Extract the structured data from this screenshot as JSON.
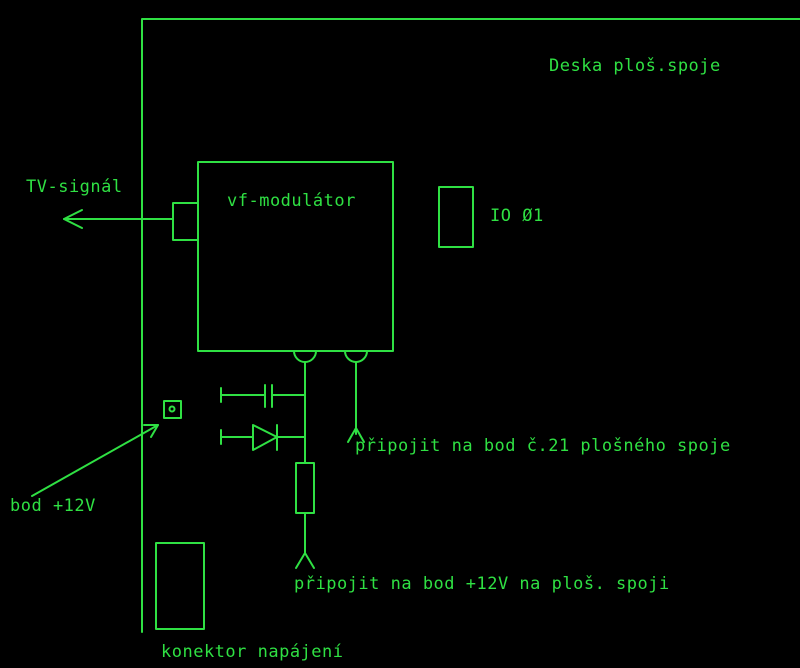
{
  "colors": {
    "background": "#000000",
    "ink": "#2fe043"
  },
  "labels": {
    "board": "Deska ploš.spoje",
    "tv_signal": "TV-signál",
    "modulator": "vf-modulátor",
    "ic": "IO Ø1",
    "connect_21": "připojit na bod č.21 plošného spoje",
    "bod_12v": "bod +12V",
    "connect_12v": "připojit na bod +12V na ploš. spoji",
    "power_connector": "konektor napájení"
  }
}
